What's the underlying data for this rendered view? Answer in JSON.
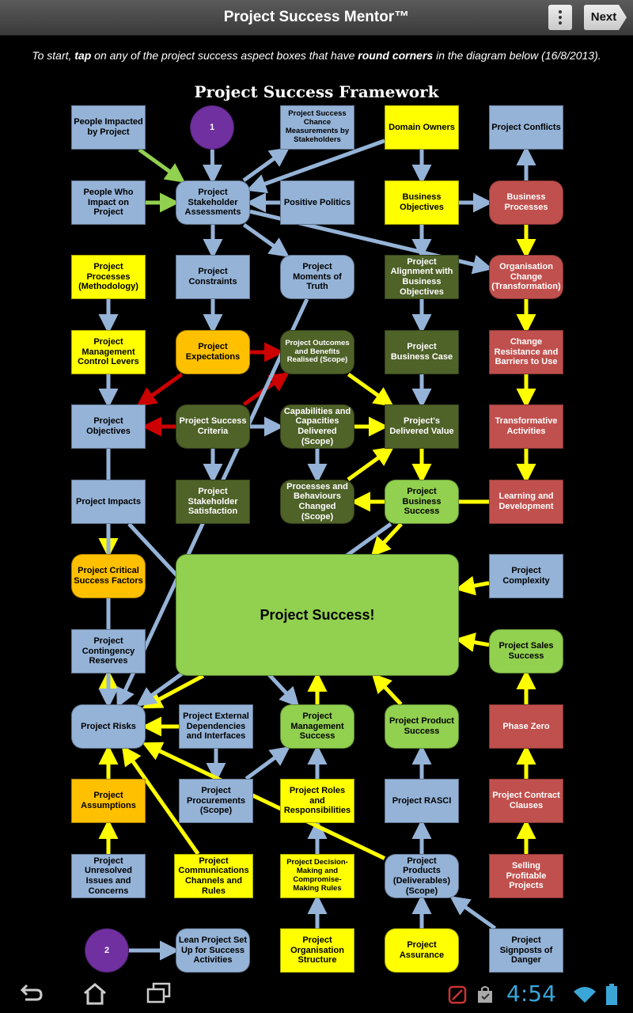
{
  "app": {
    "title": "Project Success Mentor™",
    "next_label": "Next"
  },
  "instructions": {
    "before": "To start, ",
    "b1": "tap",
    "mid1": " on any of the project success aspect boxes that have ",
    "b2": "round corners",
    "after": " in the diagram below (16/8/2013)."
  },
  "diagram": {
    "title": "Project Success Framework",
    "colors": {
      "blue": "#95b3d7",
      "yellow": "#ffff00",
      "red": "#c0504d",
      "darkgreen": "#4f6228",
      "green": "#92d050",
      "orange": "#ffc000",
      "purple": "#7030a0",
      "arrow_blue": "#95b3d7",
      "arrow_yellow": "#ffff00",
      "arrow_red": "#cc0000",
      "arrow_green": "#92d050"
    },
    "nodes": [
      {
        "id": "people-impacted",
        "label": "People Impacted by Project",
        "shape": "sq",
        "color": "blue"
      },
      {
        "id": "circle-1",
        "label": "1",
        "shape": "circle",
        "color": "purple"
      },
      {
        "id": "chance-measurements",
        "label": "Project Success Chance Measurements by Stakeholders",
        "shape": "sq",
        "color": "blue"
      },
      {
        "id": "domain-owners",
        "label": "Domain Owners",
        "shape": "sq",
        "color": "yellow"
      },
      {
        "id": "project-conflicts",
        "label": "Project Conflicts",
        "shape": "sq",
        "color": "blue"
      },
      {
        "id": "people-who-impact",
        "label": "People Who Impact on Project",
        "shape": "sq",
        "color": "blue"
      },
      {
        "id": "stakeholder-assessments",
        "label": "Project Stakeholder Assessments",
        "shape": "rd",
        "color": "blue"
      },
      {
        "id": "positive-politics",
        "label": "Positive Politics",
        "shape": "sq",
        "color": "blue"
      },
      {
        "id": "business-objectives",
        "label": "Business Objectives",
        "shape": "sq",
        "color": "yellow"
      },
      {
        "id": "business-processes",
        "label": "Business Processes",
        "shape": "rd",
        "color": "red"
      },
      {
        "id": "project-processes",
        "label": "Project Processes (Methodology)",
        "shape": "sq",
        "color": "yellow"
      },
      {
        "id": "project-constraints",
        "label": "Project Constraints",
        "shape": "sq",
        "color": "blue"
      },
      {
        "id": "moments-of-truth",
        "label": "Project Moments of Truth",
        "shape": "rd",
        "color": "blue"
      },
      {
        "id": "project-alignment",
        "label": "Project Alignment with Business Objectives",
        "shape": "sq",
        "color": "darkgreen"
      },
      {
        "id": "organisation-change",
        "label": "Organisation Change (Transformation)",
        "shape": "rd",
        "color": "red"
      },
      {
        "id": "management-control-levers",
        "label": "Project Management Control Levers",
        "shape": "sq",
        "color": "yellow"
      },
      {
        "id": "project-expectations",
        "label": "Project Expectations",
        "shape": "rd",
        "color": "orange"
      },
      {
        "id": "outcomes-benefits",
        "label": "Project Outcomes and Benefits Realised (Scope)",
        "shape": "rd",
        "color": "darkgreen"
      },
      {
        "id": "business-case",
        "label": "Project Business Case",
        "shape": "sq",
        "color": "darkgreen"
      },
      {
        "id": "change-resistance",
        "label": "Change Resistance and Barriers to Use",
        "shape": "sq",
        "color": "red"
      },
      {
        "id": "project-objectives",
        "label": "Project Objectives",
        "shape": "sq",
        "color": "blue"
      },
      {
        "id": "success-criteria",
        "label": "Project Success Criteria",
        "shape": "rd",
        "color": "darkgreen"
      },
      {
        "id": "capabilities",
        "label": "Capabilities and Capacities Delivered (Scope)",
        "shape": "rd",
        "color": "darkgreen"
      },
      {
        "id": "delivered-value",
        "label": "Project's Delivered Value",
        "shape": "sq",
        "color": "darkgreen"
      },
      {
        "id": "transformative-activities",
        "label": "Transformative Activities",
        "shape": "sq",
        "color": "red"
      },
      {
        "id": "project-impacts",
        "label": "Project Impacts",
        "shape": "sq",
        "color": "blue"
      },
      {
        "id": "stakeholder-satisfaction",
        "label": "Project Stakeholder Satisfaction",
        "shape": "sq",
        "color": "darkgreen"
      },
      {
        "id": "processes-behaviours",
        "label": "Processes and Behaviours Changed (Scope)",
        "shape": "rd",
        "color": "darkgreen"
      },
      {
        "id": "business-success",
        "label": "Project Business Success",
        "shape": "rd",
        "color": "green"
      },
      {
        "id": "learning-development",
        "label": "Learning and Development",
        "shape": "sq",
        "color": "red"
      },
      {
        "id": "critical-success-factors",
        "label": "Project Critical Success Factors",
        "shape": "rd",
        "color": "orange"
      },
      {
        "id": "project-success",
        "label": "Project Success!",
        "shape": "rd",
        "color": "green"
      },
      {
        "id": "project-complexity",
        "label": "Project Complexity",
        "shape": "sq",
        "color": "blue"
      },
      {
        "id": "contingency-reserves",
        "label": "Project Contingency Reserves",
        "shape": "sq",
        "color": "blue"
      },
      {
        "id": "sales-success",
        "label": "Project Sales Success",
        "shape": "rd",
        "color": "green"
      },
      {
        "id": "project-risks",
        "label": "Project Risks",
        "shape": "rd",
        "color": "blue"
      },
      {
        "id": "external-dependencies",
        "label": "Project External Dependencies and Interfaces",
        "shape": "sq",
        "color": "blue"
      },
      {
        "id": "management-success",
        "label": "Project Management Success",
        "shape": "rd",
        "color": "green"
      },
      {
        "id": "product-success",
        "label": "Project Product Success",
        "shape": "rd",
        "color": "green"
      },
      {
        "id": "phase-zero",
        "label": "Phase Zero",
        "shape": "sq",
        "color": "red"
      },
      {
        "id": "project-assumptions",
        "label": "Project Assumptions",
        "shape": "sq",
        "color": "orange"
      },
      {
        "id": "project-procurements",
        "label": "Project Procurements (Scope)",
        "shape": "sq",
        "color": "blue"
      },
      {
        "id": "roles-responsibilities",
        "label": "Project Roles and Responsibilities",
        "shape": "sq",
        "color": "yellow"
      },
      {
        "id": "project-rasci",
        "label": "Project RASCI",
        "shape": "sq",
        "color": "blue"
      },
      {
        "id": "contract-clauses",
        "label": "Project Contract Clauses",
        "shape": "sq",
        "color": "red"
      },
      {
        "id": "unresolved-issues",
        "label": "Project Unresolved Issues and Concerns",
        "shape": "sq",
        "color": "blue"
      },
      {
        "id": "communications-channels",
        "label": "Project Communications Channels and Rules",
        "shape": "sq",
        "color": "yellow"
      },
      {
        "id": "decision-making",
        "label": "Project Decision-Making and Compromise-Making Rules",
        "shape": "sq",
        "color": "yellow"
      },
      {
        "id": "project-products",
        "label": "Project Products (Deliverables) (Scope)",
        "shape": "rd",
        "color": "blue"
      },
      {
        "id": "selling-profitable",
        "label": "Selling Profitable Projects",
        "shape": "sq",
        "color": "red"
      },
      {
        "id": "circle-2",
        "label": "2",
        "shape": "circle",
        "color": "purple"
      },
      {
        "id": "lean-setup",
        "label": "Lean Project Set Up for Success Activities",
        "shape": "rd",
        "color": "blue"
      },
      {
        "id": "organisation-structure",
        "label": "Project Organisation Structure",
        "shape": "sq",
        "color": "yellow"
      },
      {
        "id": "project-assurance",
        "label": "Project Assurance",
        "shape": "rd",
        "color": "yellow"
      },
      {
        "id": "signposts-danger",
        "label": "Project Signposts of Danger",
        "shape": "sq",
        "color": "blue"
      }
    ]
  },
  "status": {
    "time": "4:54"
  }
}
